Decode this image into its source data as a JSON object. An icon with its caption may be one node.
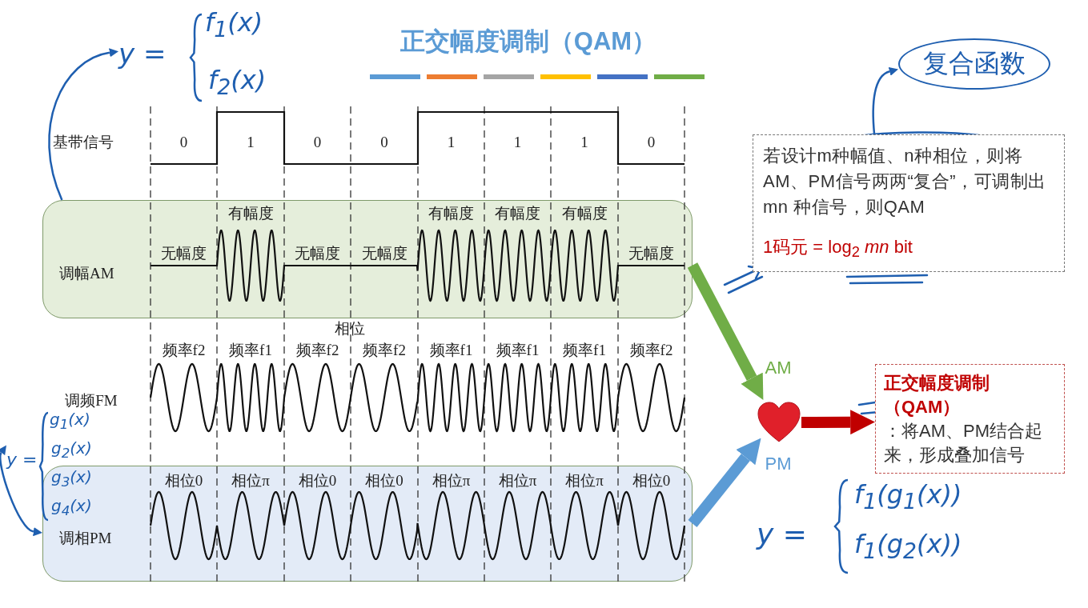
{
  "diagram": {
    "title": "正交幅度调制（QAM）",
    "nodes": [
      {
        "text": [
          "y =",
          "f$_{1}$(x)",
          "f$_{2}$(x)"
        ]
      },
      {
        "text": [
          "复合函数"
        ]
      },
      {
        "text": [
          "若设计m种幅值、n种相位，则将AM、PM信号两两“复合”，可调制出 mn 种信号，则QAM",
          "1码元 = log$_{2}$ *mn* bit"
        ]
      },
      {
        "text": [
          "调幅AM"
        ]
      },
      {
        "text": [
          "y =",
          "g$_{1}$(x)",
          "g$_{2}$(x)",
          "g$_{3}$(x)",
          "g$_{4}$(x)"
        ]
      },
      {
        "text": [],
        "shape": "heart"
      },
      {
        "text": [
          "正交幅度调制（QAM）",
          "：将AM、PM结合起来，形成叠加信号"
        ]
      },
      {
        "text": [
          "调相PM"
        ]
      },
      {
        "text": [
          "y =",
          "f$_{1}$(g$_{1}$(x))",
          "f$_{1}$(g$_{2}$(x))"
        ]
      }
    ],
    "edges": [
      {
        "from": 3,
        "to": 0,
        "arrow": "to",
        "color": "#1f5fb0"
      },
      {
        "from": 2,
        "to": 1,
        "arrow": "to",
        "color": "#1f5fb0"
      },
      {
        "from": 3,
        "to": 5,
        "arrow": "to",
        "label": "AM",
        "style": "thick",
        "color": "#70ad47"
      },
      {
        "from": 7,
        "to": 5,
        "arrow": "to",
        "label": "PM",
        "style": "thick",
        "color": "#5b9bd5"
      },
      {
        "from": 5,
        "to": 6,
        "arrow": "to",
        "style": "thick",
        "color": "#c00000"
      },
      {
        "from": 4,
        "to": 7,
        "arrow": "both",
        "color": "#1f5fb0"
      }
    ],
    "labels": [
      "基带信号",
      "0",
      "1",
      "0",
      "0",
      "1",
      "1",
      "1",
      "0",
      "有幅度",
      "有幅度",
      "有幅度",
      "有幅度",
      "无幅度",
      "无幅度",
      "无幅度",
      "无幅度",
      "相位",
      "频率f2",
      "频率f1",
      "频率f2",
      "频率f2",
      "频率f1",
      "频率f1",
      "频率f1",
      "频率f2",
      "调频FM",
      "相位0",
      "相位π",
      "相位0",
      "相位0",
      "相位π",
      "相位π",
      "相位π",
      "相位0"
    ]
  }
}
